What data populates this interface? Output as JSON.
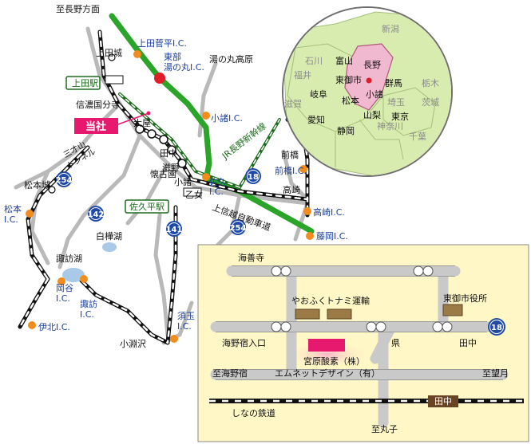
{
  "main_map": {
    "direction_nagano": "至長野方面",
    "ueda_castle": "上田城",
    "ueda_sugadaira_ic": "上田菅平I.C.",
    "tobu_yunomaru_ic": "東部\n湯の丸I.C.",
    "yunomaru_kogen": "湯の丸高原",
    "ueda_station": "上田駅",
    "shinano_kokubunji": "信濃国分寺",
    "company": "当社",
    "station_ooya": "大屋",
    "station_tanaka": "田中",
    "station_shigeno": "滋野",
    "station_komoro": "小諸",
    "station_otome": "乙女",
    "komoro_ic": "小諸I.C.",
    "jr_nagano_shinkansen": "JR長野新幹線",
    "misaka_tunnel": "三才山\nトンネル",
    "matsumoto_castle": "松本城",
    "kaikokoen": "懐古園",
    "saku_ic": "佐久\nI.C.",
    "maebashi": "前橋",
    "maebashi_ic": "前橋I.C.",
    "takasaki": "高崎",
    "takasaki_ic": "高崎I.C.",
    "fujioka_ic": "藤岡I.C.",
    "joshinetsu_expressway": "上信越自動車道",
    "sakudaira_station": "佐久平駅",
    "matsumoto_ic": "松本\nI.C.",
    "shirakabako": "白樺湖",
    "suwako": "諏訪湖",
    "okaya_ic": "岡谷\nI.C.",
    "suwa_ic": "諏訪\nI.C.",
    "ina_kita_ic": "伊北I.C.",
    "sudama_ic": "須玉\nI.C.",
    "kobuchizawa": "小淵沢",
    "route_254_a": "254",
    "route_142": "142",
    "route_141": "141",
    "route_254_b": "254",
    "route_18": "18"
  },
  "inset_region": {
    "niigata": "新潟",
    "ishikawa": "石川",
    "toyama": "富山",
    "nagano": "長野",
    "fukui": "福井",
    "tomi_city": "東御市",
    "gunma": "群馬",
    "tochigi": "栃木",
    "gifu": "岐阜",
    "matsumoto": "松本",
    "komoro": "小諸",
    "saitama": "埼玉",
    "ibaraki": "茨城",
    "shiga": "滋賀",
    "aichi": "愛知",
    "yamanashi": "山梨",
    "tokyo": "東京",
    "shizuoka": "静岡",
    "kanagawa": "神奈川",
    "chiba": "千葉"
  },
  "detail_map": {
    "kaizenji": "海善寺",
    "yaofuku": "やおふく",
    "tonami_unyu": "トナミ運輸",
    "tomi_city_hall": "東御市役所",
    "route_18": "18",
    "unnojuku_entrance": "海野宿入口",
    "prefectural_road": "県",
    "tanaka": "田中",
    "miyahara_sanso": "宮原酸素（株）",
    "to_unnojuku": "至海野宿",
    "emnet_design": "エムネットデザイン（有）",
    "to_mochizuki": "至望月",
    "tanaka_station": "田中",
    "shinano_railway": "しなの鉄道",
    "to_maruko": "至丸子"
  },
  "colors": {
    "expressway": "#2aa52a",
    "rail": "#111111",
    "road": "#b0b0b0",
    "ic_marker": "#f28c1c",
    "company_marker": "#e01e2a",
    "company_label_bg": "#e6196e",
    "route_shield": "#1f4aa8",
    "inset_nagano": "#f1b9cf",
    "inset_land": "#d9ecb0",
    "detail_bg": "#fff8c6",
    "building": "#9b7a45",
    "station_box": "#6b4424"
  }
}
